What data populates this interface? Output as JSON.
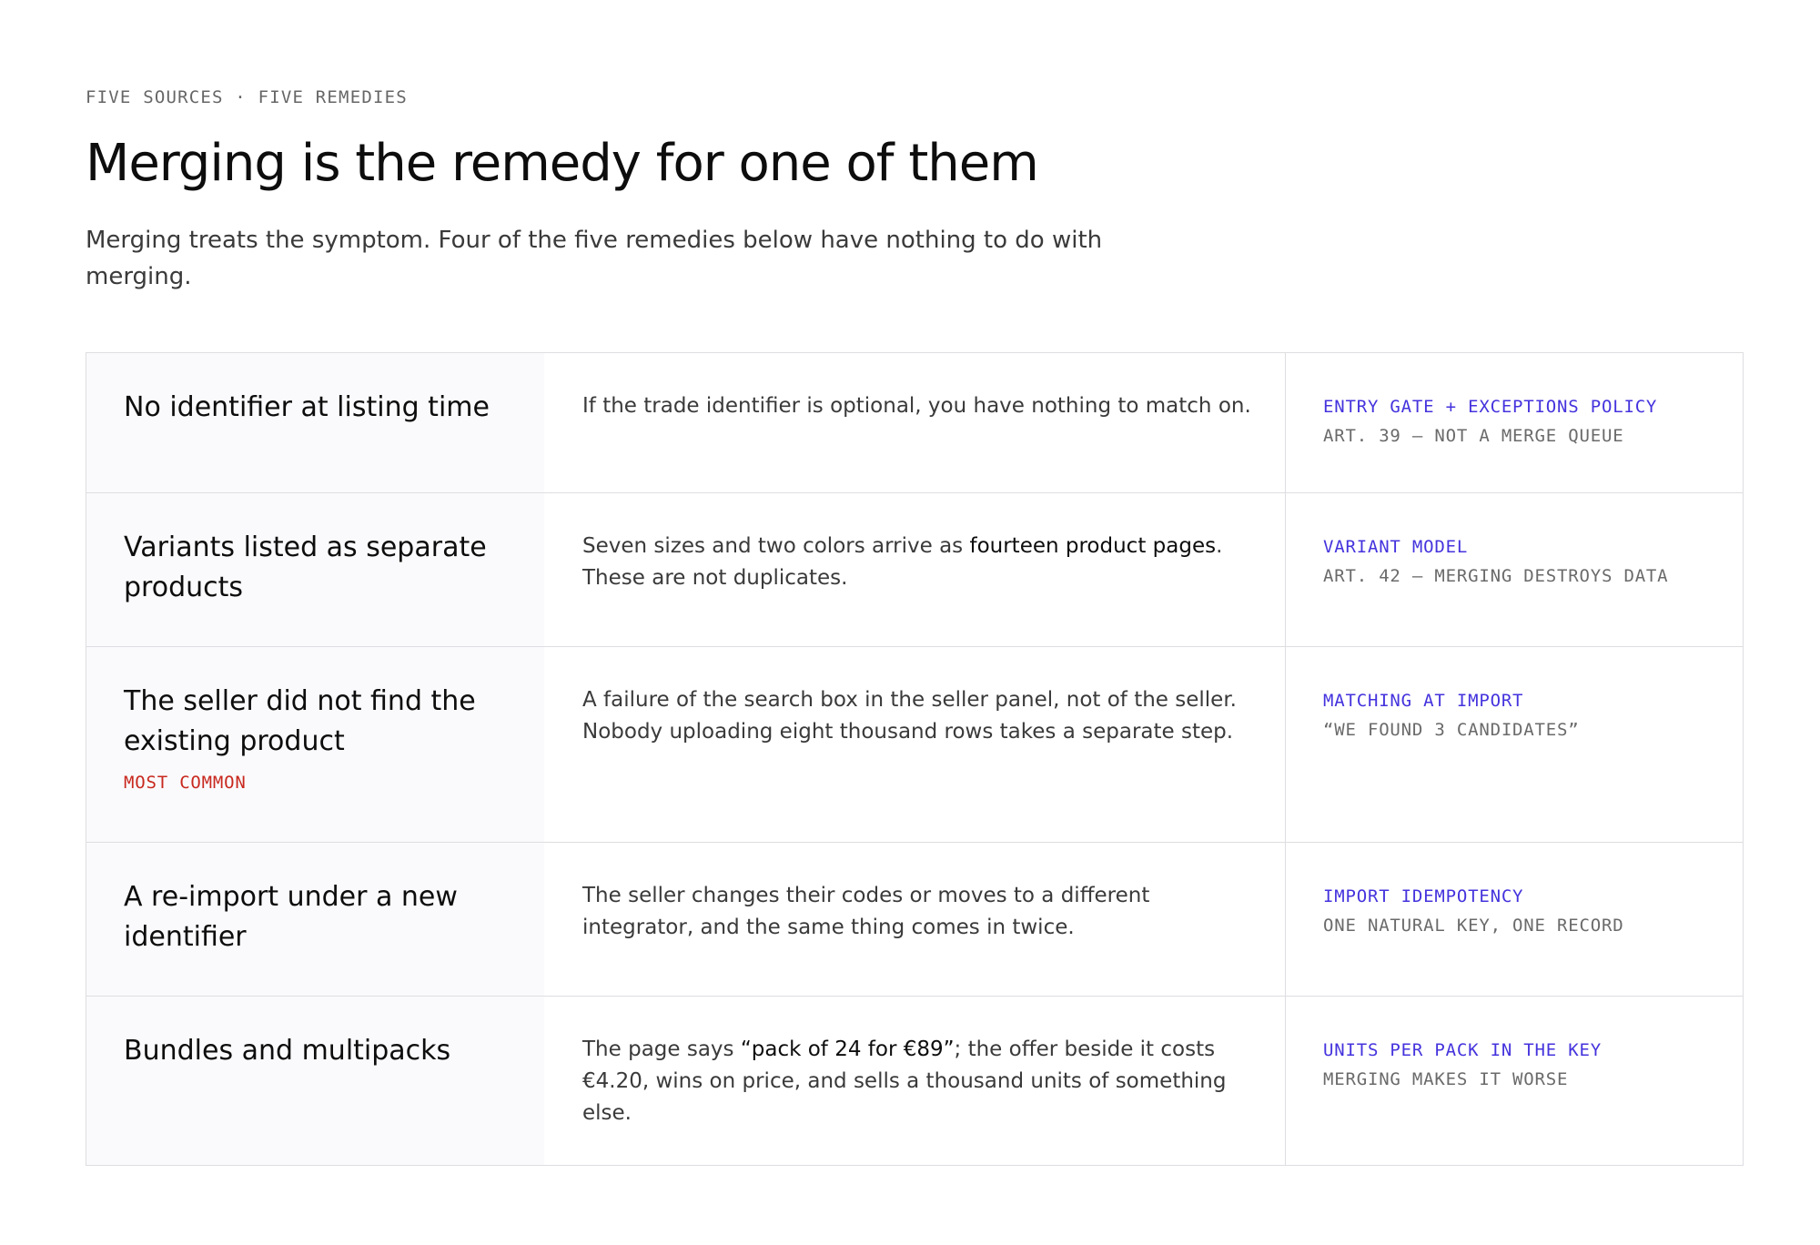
{
  "eyebrow": "FIVE SOURCES · FIVE REMEDIES",
  "title": "Merging is the remedy for one of them",
  "intro": "Merging treats the symptom. Four of the five remedies below have nothing to do with merging.",
  "colors": {
    "accent": "#4433dd",
    "badge": "#c8281e",
    "muted": "#6a6a6a",
    "source_bg": "#fafafc",
    "border": "#dedee2"
  },
  "rows": [
    {
      "source": "No identifier at listing time",
      "badge": "",
      "desc_pre": "If the trade identifier is optional, you have nothing to match on.",
      "desc_em": "",
      "desc_post": "",
      "remedy": "ENTRY GATE + EXCEPTIONS POLICY",
      "note": "ART. 39 — NOT A MERGE QUEUE"
    },
    {
      "source": "Variants listed as separate products",
      "badge": "",
      "desc_pre": "Seven sizes and two colors arrive as ",
      "desc_em": "fourteen product pages",
      "desc_post": ". These are not duplicates.",
      "remedy": "VARIANT MODEL",
      "note": "ART. 42 — MERGING DESTROYS DATA"
    },
    {
      "source": "The seller did not find the existing product",
      "badge": "MOST COMMON",
      "desc_pre": "A failure of the search box in the seller panel, not of the seller. Nobody uploading eight thousand rows takes a separate step.",
      "desc_em": "",
      "desc_post": "",
      "remedy": "MATCHING AT IMPORT",
      "note": "“WE FOUND 3 CANDIDATES”"
    },
    {
      "source": "A re-import under a new identifier",
      "badge": "",
      "desc_pre": "The seller changes their codes or moves to a different integrator, and the same thing comes in twice.",
      "desc_em": "",
      "desc_post": "",
      "remedy": "IMPORT IDEMPOTENCY",
      "note": "ONE NATURAL KEY, ONE RECORD"
    },
    {
      "source": "Bundles and multipacks",
      "badge": "",
      "desc_pre": "The page says ",
      "desc_em": "“pack of 24 for €89”",
      "desc_post": "; the offer beside it costs €4.20, wins on price, and sells a thousand units of something else.",
      "remedy": "UNITS PER PACK IN THE KEY",
      "note": "MERGING MAKES IT WORSE"
    }
  ]
}
